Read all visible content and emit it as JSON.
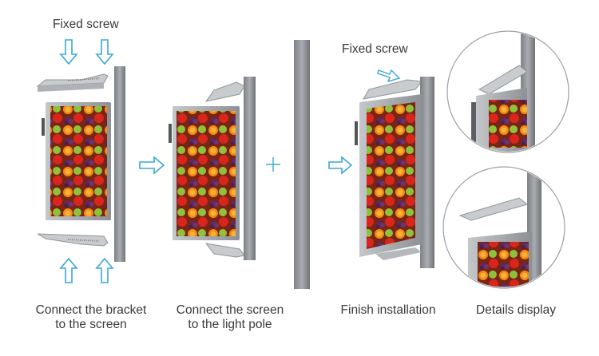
{
  "annotations": {
    "fixed_screw_1": "Fixed screw",
    "fixed_screw_2": "Fixed screw"
  },
  "steps": [
    {
      "line1": "Connect the bracket",
      "line2": "to the screen"
    },
    {
      "line1": "Connect the screen",
      "line2": "to the light pole"
    },
    {
      "line1": "Finish installation",
      "line2": ""
    },
    {
      "line1": "Details display",
      "line2": ""
    }
  ],
  "symbols": {
    "plus": "+"
  },
  "colors": {
    "arrow": "#3aa7d8",
    "pole": "#8e9296",
    "frame": "#9a9ea3",
    "bracket": "#c9cccf"
  }
}
